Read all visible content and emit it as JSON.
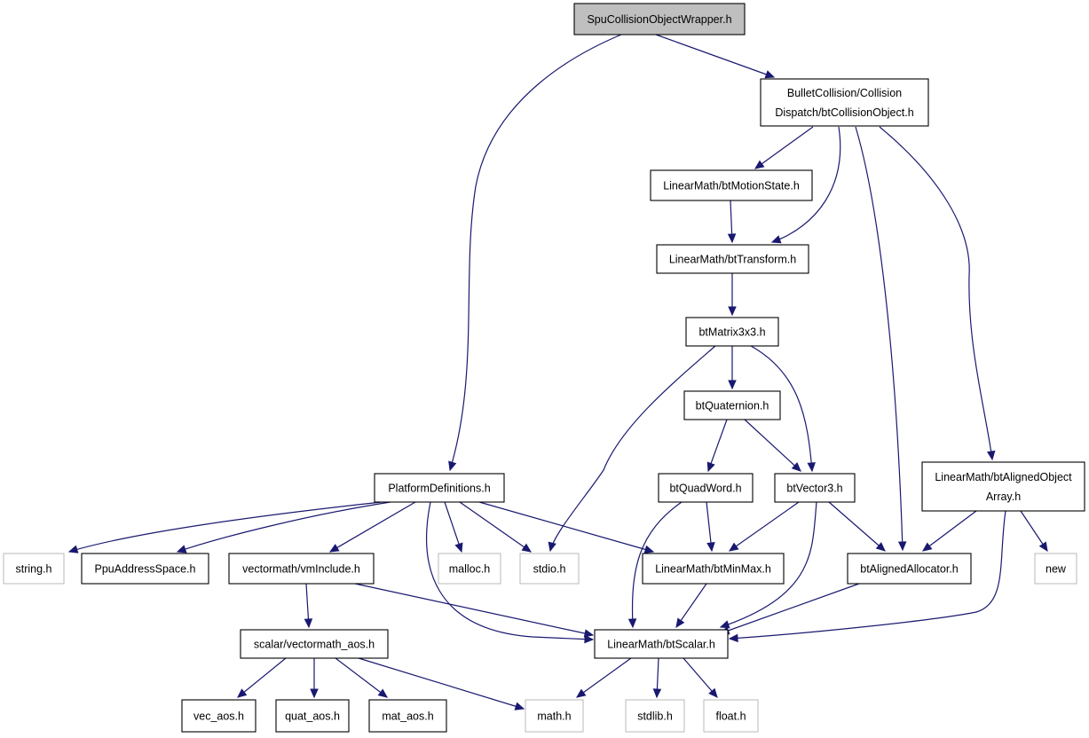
{
  "nodes": [
    {
      "id": "root",
      "lines": [
        "SpuCollisionObjectWrapper.h"
      ],
      "style": "root"
    },
    {
      "id": "btCollisionObject",
      "lines": [
        "BulletCollision/Collision",
        "Dispatch/btCollisionObject.h"
      ],
      "style": "normal"
    },
    {
      "id": "btMotionState",
      "lines": [
        "LinearMath/btMotionState.h"
      ],
      "style": "normal"
    },
    {
      "id": "btTransform",
      "lines": [
        "LinearMath/btTransform.h"
      ],
      "style": "normal"
    },
    {
      "id": "btMatrix3x3",
      "lines": [
        "btMatrix3x3.h"
      ],
      "style": "normal"
    },
    {
      "id": "btQuaternion",
      "lines": [
        "btQuaternion.h"
      ],
      "style": "normal"
    },
    {
      "id": "btQuadWord",
      "lines": [
        "btQuadWord.h"
      ],
      "style": "normal"
    },
    {
      "id": "btVector3",
      "lines": [
        "btVector3.h"
      ],
      "style": "normal"
    },
    {
      "id": "btAlignedObjectArray",
      "lines": [
        "LinearMath/btAlignedObject",
        "Array.h"
      ],
      "style": "normal"
    },
    {
      "id": "PlatformDefinitions",
      "lines": [
        "PlatformDefinitions.h"
      ],
      "style": "normal"
    },
    {
      "id": "string",
      "lines": [
        "string.h"
      ],
      "style": "external"
    },
    {
      "id": "PpuAddressSpace",
      "lines": [
        "PpuAddressSpace.h"
      ],
      "style": "normal"
    },
    {
      "id": "vmInclude",
      "lines": [
        "vectormath/vmInclude.h"
      ],
      "style": "normal"
    },
    {
      "id": "malloc",
      "lines": [
        "malloc.h"
      ],
      "style": "external"
    },
    {
      "id": "stdio",
      "lines": [
        "stdio.h"
      ],
      "style": "external"
    },
    {
      "id": "btMinMax",
      "lines": [
        "LinearMath/btMinMax.h"
      ],
      "style": "normal"
    },
    {
      "id": "btAlignedAllocator",
      "lines": [
        "btAlignedAllocator.h"
      ],
      "style": "normal"
    },
    {
      "id": "new",
      "lines": [
        "new"
      ],
      "style": "external"
    },
    {
      "id": "vectormath_aos",
      "lines": [
        "scalar/vectormath_aos.h"
      ],
      "style": "normal"
    },
    {
      "id": "btScalar",
      "lines": [
        "LinearMath/btScalar.h"
      ],
      "style": "normal"
    },
    {
      "id": "vec_aos",
      "lines": [
        "vec_aos.h"
      ],
      "style": "normal"
    },
    {
      "id": "quat_aos",
      "lines": [
        "quat_aos.h"
      ],
      "style": "normal"
    },
    {
      "id": "mat_aos",
      "lines": [
        "mat_aos.h"
      ],
      "style": "normal"
    },
    {
      "id": "math",
      "lines": [
        "math.h"
      ],
      "style": "external"
    },
    {
      "id": "stdlib",
      "lines": [
        "stdlib.h"
      ],
      "style": "external"
    },
    {
      "id": "float",
      "lines": [
        "float.h"
      ],
      "style": "external"
    }
  ],
  "edges": [
    {
      "from": "root",
      "to": "btCollisionObject"
    },
    {
      "from": "root",
      "to": "PlatformDefinitions"
    },
    {
      "from": "btCollisionObject",
      "to": "btMotionState"
    },
    {
      "from": "btCollisionObject",
      "to": "btTransform"
    },
    {
      "from": "btCollisionObject",
      "to": "btAlignedAllocator"
    },
    {
      "from": "btCollisionObject",
      "to": "btAlignedObjectArray"
    },
    {
      "from": "btMotionState",
      "to": "btTransform"
    },
    {
      "from": "btTransform",
      "to": "btMatrix3x3"
    },
    {
      "from": "btMatrix3x3",
      "to": "btQuaternion"
    },
    {
      "from": "btMatrix3x3",
      "to": "btVector3"
    },
    {
      "from": "btMatrix3x3",
      "to": "stdio"
    },
    {
      "from": "btQuaternion",
      "to": "btQuadWord"
    },
    {
      "from": "btQuaternion",
      "to": "btVector3"
    },
    {
      "from": "btQuadWord",
      "to": "btMinMax"
    },
    {
      "from": "btQuadWord",
      "to": "btScalar"
    },
    {
      "from": "btVector3",
      "to": "btMinMax"
    },
    {
      "from": "btVector3",
      "to": "btAlignedAllocator"
    },
    {
      "from": "btVector3",
      "to": "btScalar"
    },
    {
      "from": "btAlignedObjectArray",
      "to": "btAlignedAllocator"
    },
    {
      "from": "btAlignedObjectArray",
      "to": "new"
    },
    {
      "from": "btAlignedObjectArray",
      "to": "btScalar"
    },
    {
      "from": "PlatformDefinitions",
      "to": "string"
    },
    {
      "from": "PlatformDefinitions",
      "to": "PpuAddressSpace"
    },
    {
      "from": "PlatformDefinitions",
      "to": "vmInclude"
    },
    {
      "from": "PlatformDefinitions",
      "to": "malloc"
    },
    {
      "from": "PlatformDefinitions",
      "to": "stdio"
    },
    {
      "from": "PlatformDefinitions",
      "to": "btMinMax"
    },
    {
      "from": "PlatformDefinitions",
      "to": "btScalar"
    },
    {
      "from": "vmInclude",
      "to": "vectormath_aos"
    },
    {
      "from": "vmInclude",
      "to": "btScalar"
    },
    {
      "from": "vectormath_aos",
      "to": "vec_aos"
    },
    {
      "from": "vectormath_aos",
      "to": "quat_aos"
    },
    {
      "from": "vectormath_aos",
      "to": "mat_aos"
    },
    {
      "from": "vectormath_aos",
      "to": "math"
    },
    {
      "from": "btMinMax",
      "to": "btScalar"
    },
    {
      "from": "btAlignedAllocator",
      "to": "btScalar"
    },
    {
      "from": "btScalar",
      "to": "math"
    },
    {
      "from": "btScalar",
      "to": "stdlib"
    },
    {
      "from": "btScalar",
      "to": "float"
    }
  ],
  "colors": {
    "edge": "#191970",
    "root_fill": "#bfbfbf",
    "node_border": "#000000",
    "external_border": "#bfbfbf",
    "text": "#000000",
    "background": "#ffffff"
  }
}
